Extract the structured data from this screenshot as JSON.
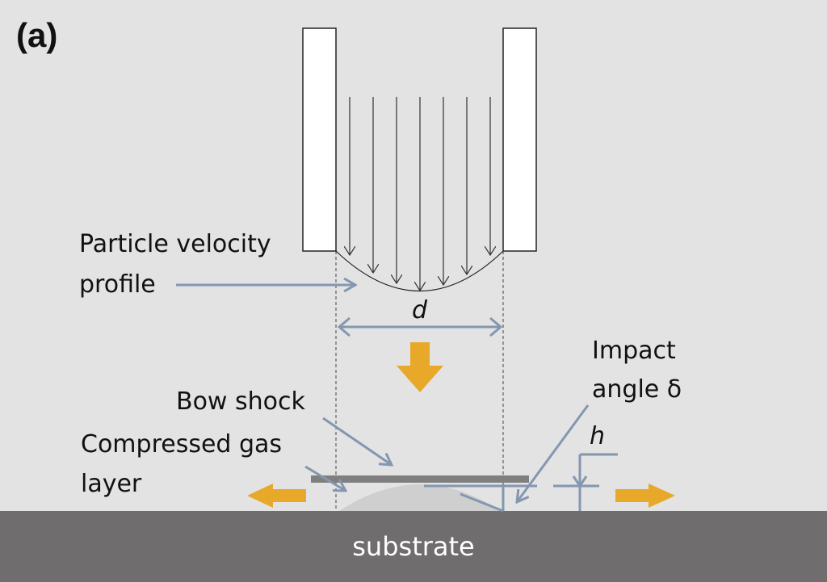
{
  "panel_label": "(a)",
  "labels": {
    "velocity_profile_line1": "Particle velocity",
    "velocity_profile_line2": "profile",
    "diameter": "d",
    "impact_line1": "Impact",
    "impact_line2": "angle δ",
    "height": "h",
    "bow_shock": "Bow shock",
    "compressed_line1": "Compressed gas",
    "compressed_line2": "layer",
    "substrate": "substrate"
  },
  "colors": {
    "background": "#e3e3e3",
    "substrate": "#6f6d6e",
    "accent_arrow": "#e8a82a",
    "pointer_line": "#8497b0",
    "nozzle_wall": "#ffffff"
  }
}
